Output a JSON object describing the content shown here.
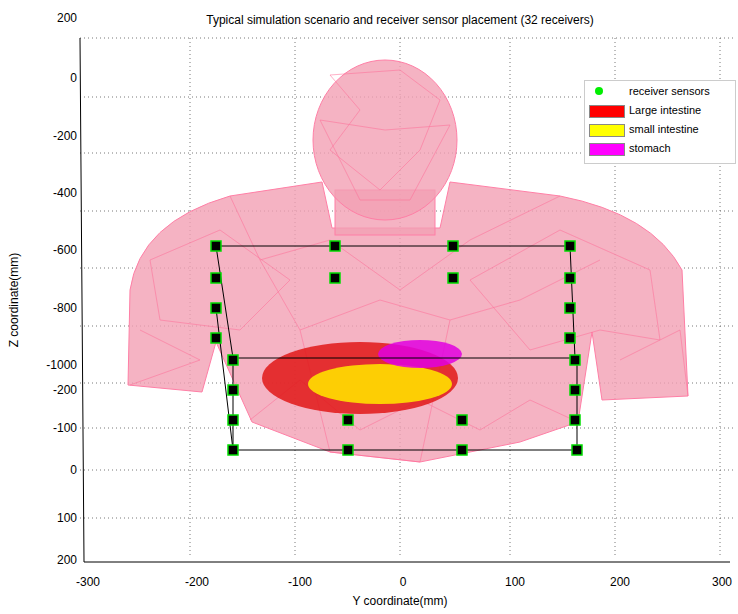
{
  "diagram": {
    "title": "Typical simulation scenario and receiver sensor placement (32 receivers)",
    "labels": [
      "200",
      "0",
      "-200",
      "-400",
      "-600",
      "-800",
      "-1000",
      "-200",
      "-100",
      "0",
      "100",
      "200",
      "-300",
      "-200",
      "-100",
      "0",
      "100",
      "200",
      "300",
      "Y coordinate(mm)",
      "Z coordinate(mm)"
    ],
    "legend": [
      {
        "text": "receiver sensors"
      },
      {
        "text": "Large intestine",
        "color": "#ff0000"
      },
      {
        "text": "small intestine",
        "color": "#ffff00"
      },
      {
        "text": "stomach",
        "color": "#ff00ff"
      }
    ]
  }
}
